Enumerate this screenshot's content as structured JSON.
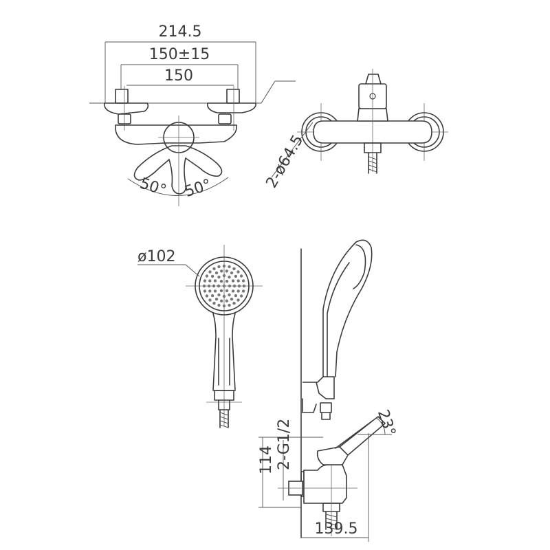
{
  "top_view": {
    "overall_width": "214.5",
    "center_distance_range": "150±15",
    "center_distance": "150",
    "lever_angle_left": "50°",
    "lever_angle_right": "50°"
  },
  "front_view": {
    "escutcheon_diameter": "2-ø64.5"
  },
  "hand_shower": {
    "head_diameter": "ø102"
  },
  "side_view": {
    "height": "114",
    "connection_thread": "2-G1/2",
    "projection_depth": "139.5",
    "lever_tilt_angle": "23°"
  }
}
